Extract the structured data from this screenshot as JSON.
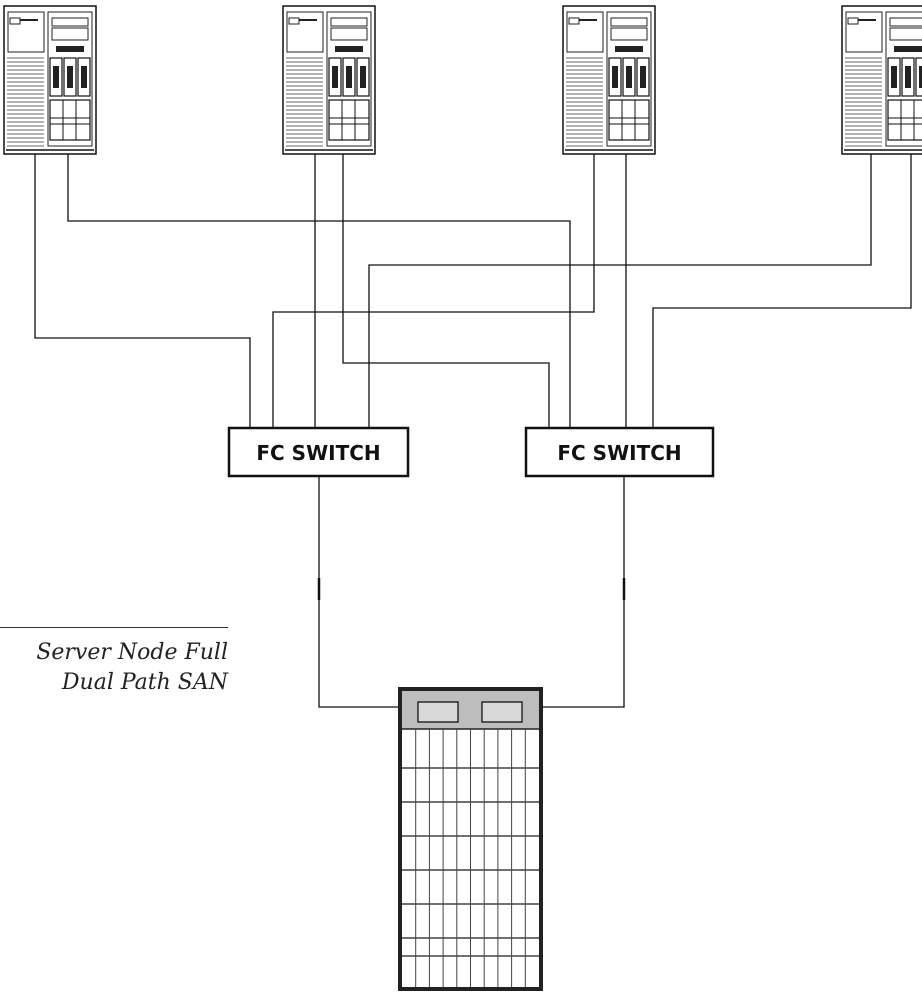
{
  "switches": [
    {
      "label": "FC SWITCH"
    },
    {
      "label": "FC SWITCH"
    }
  ],
  "caption": {
    "line1": "Server Node Full",
    "line2": "Dual Path SAN"
  },
  "servers": [
    {
      "icon": "server-tower-icon"
    },
    {
      "icon": "server-tower-icon"
    },
    {
      "icon": "server-tower-icon"
    },
    {
      "icon": "server-tower-icon"
    }
  ],
  "storage": {
    "icon": "storage-array-icon"
  },
  "colors": {
    "line": "#111111",
    "device_fill": "#ffffff",
    "storage_header": "#bdbdbd",
    "storage_border": "#222222"
  }
}
